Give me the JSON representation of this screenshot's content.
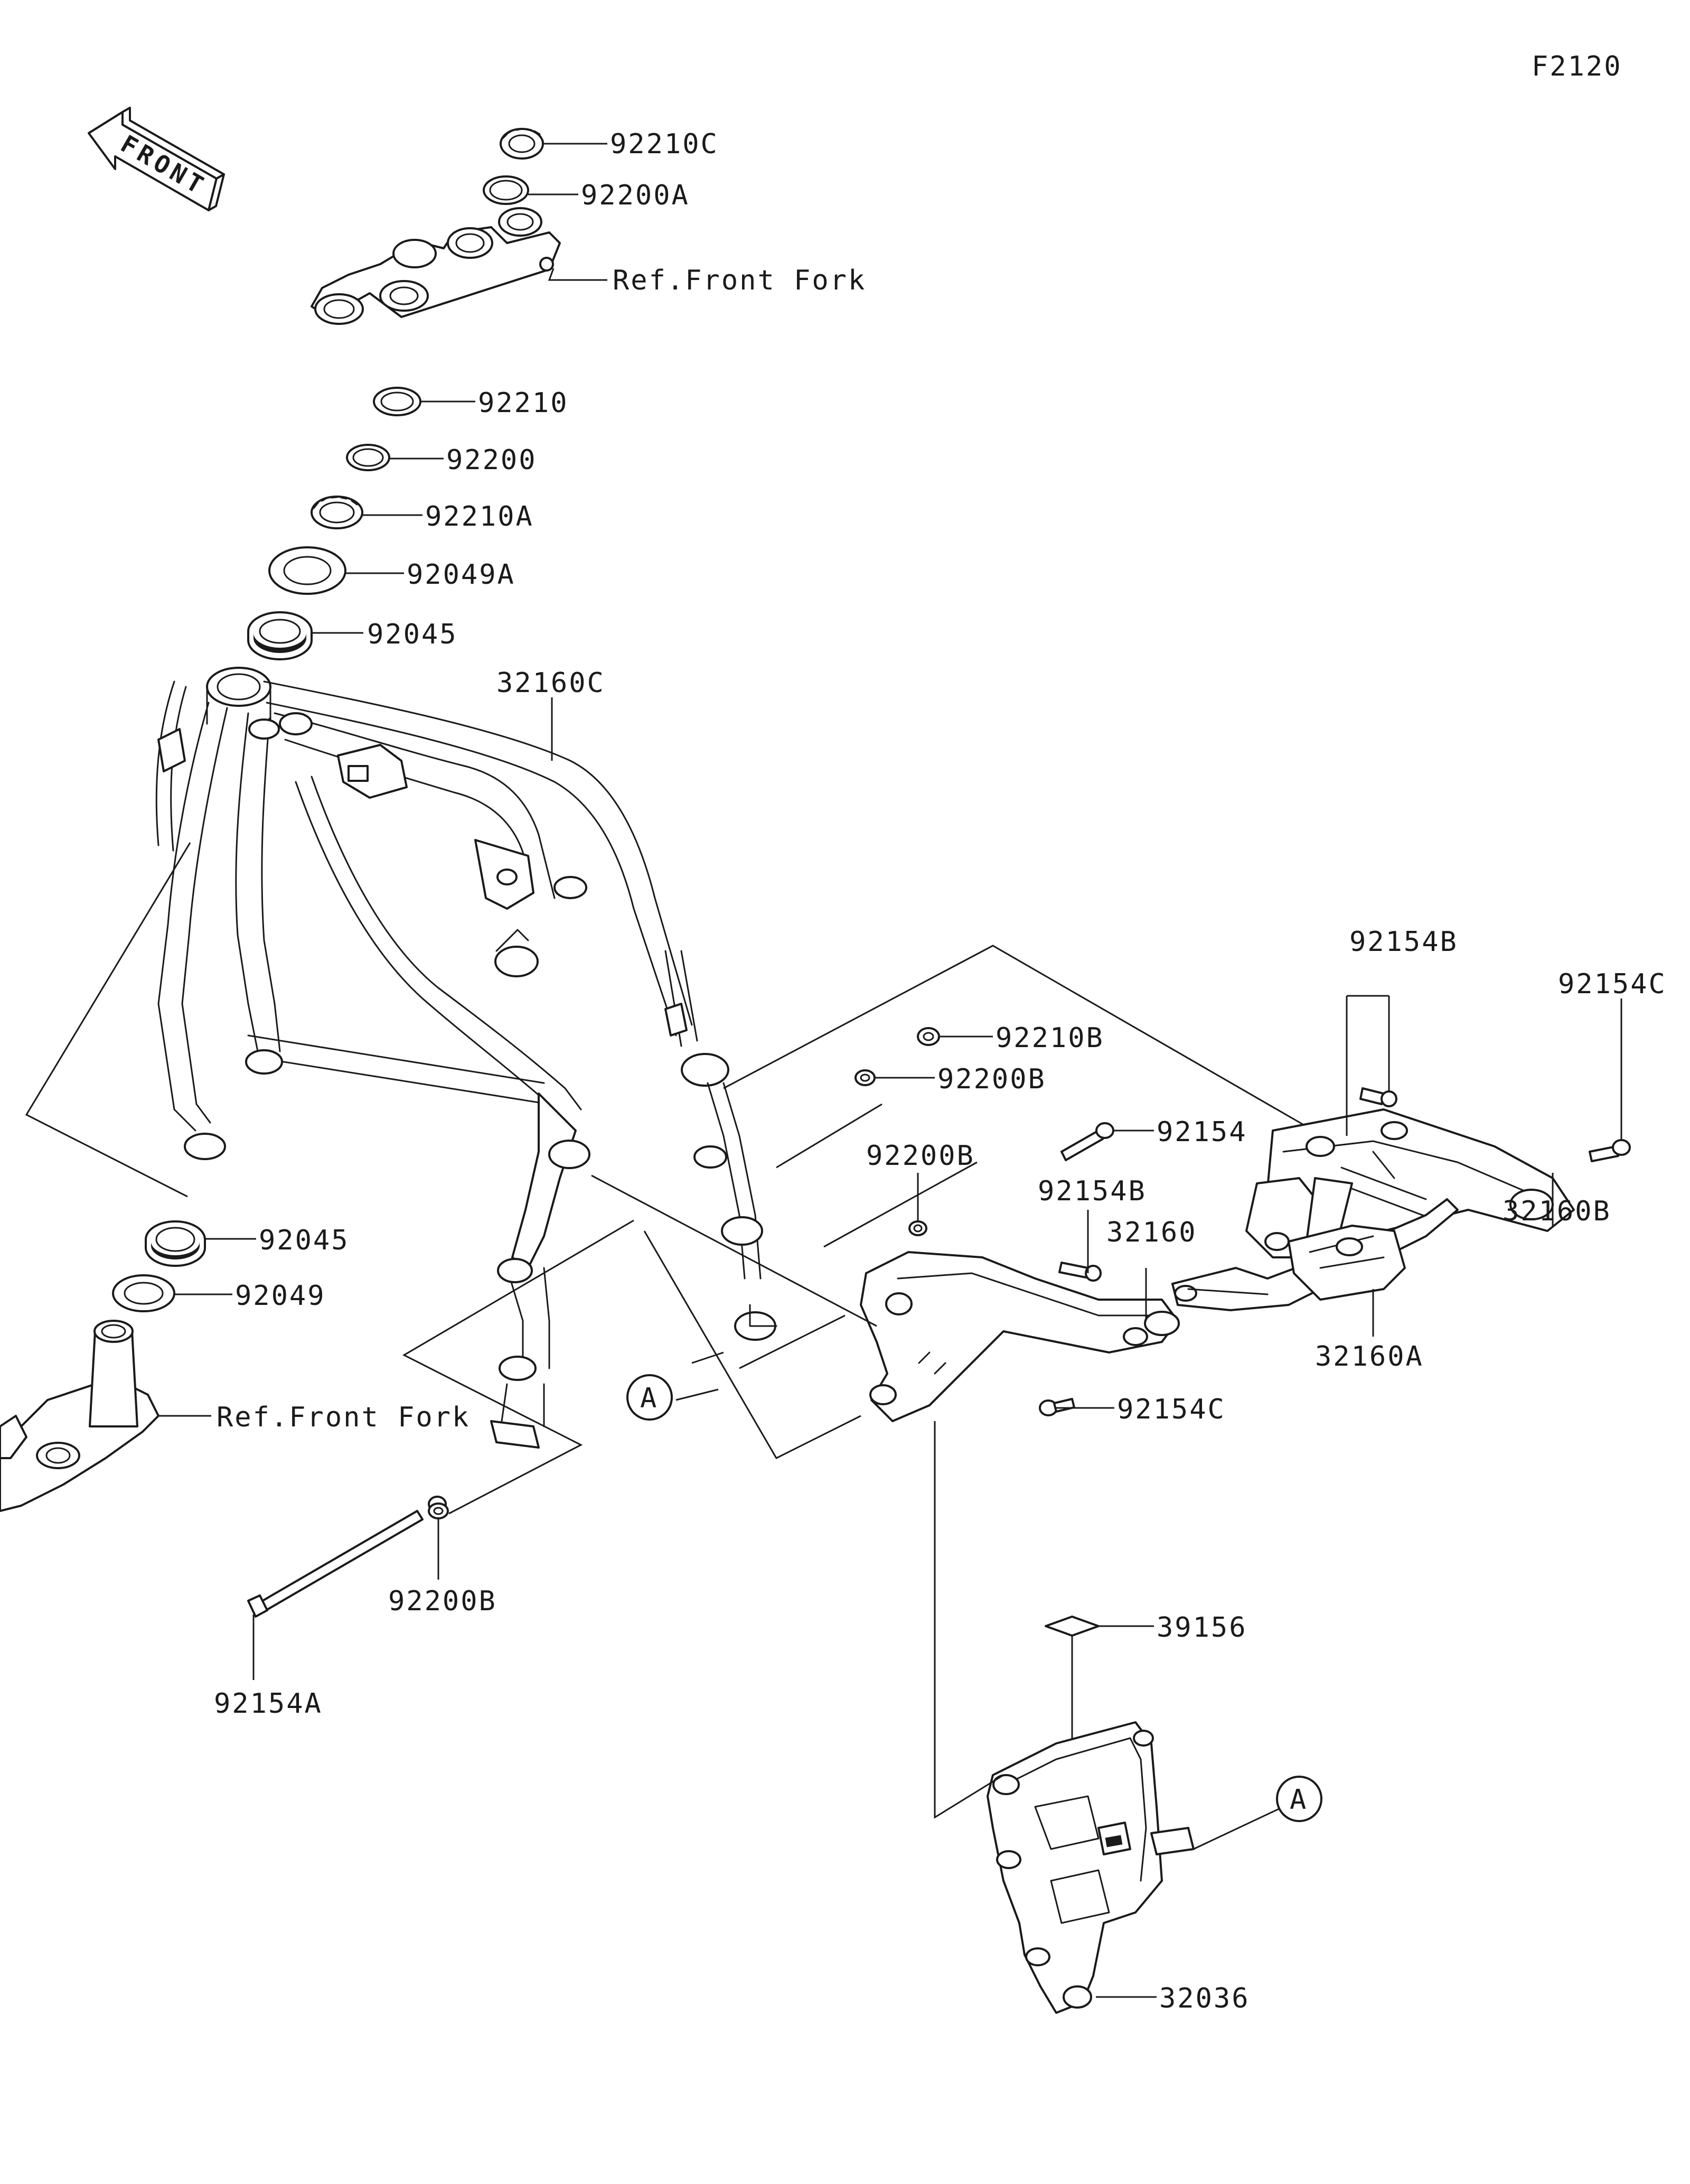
{
  "figure_code": "F2120",
  "front_arrow_label": "FRONT",
  "callout_A": "A",
  "labels": {
    "p92210C": "92210C",
    "p92200A": "92200A",
    "ref_front_fork_top": "Ref.Front Fork",
    "p92210": "92210",
    "p92200": "92200",
    "p92210A": "92210A",
    "p92049A": "92049A",
    "p92045_top": "92045",
    "p32160C": "32160C",
    "p92154B_right": "92154B",
    "p92154C_right": "92154C",
    "p92210B": "92210B",
    "p92200B_mid": "92200B",
    "p92154": "92154",
    "p92200B_center": "92200B",
    "p92154B_center": "92154B",
    "p32160": "32160",
    "p32160B": "32160B",
    "p32160A": "32160A",
    "p92045_bottom": "92045",
    "p92049": "92049",
    "ref_front_fork_bottom": "Ref.Front Fork",
    "p92154C_center": "92154C",
    "p92200B_bottom": "92200B",
    "p92154A": "92154A",
    "p39156": "39156",
    "p32036": "32036"
  }
}
